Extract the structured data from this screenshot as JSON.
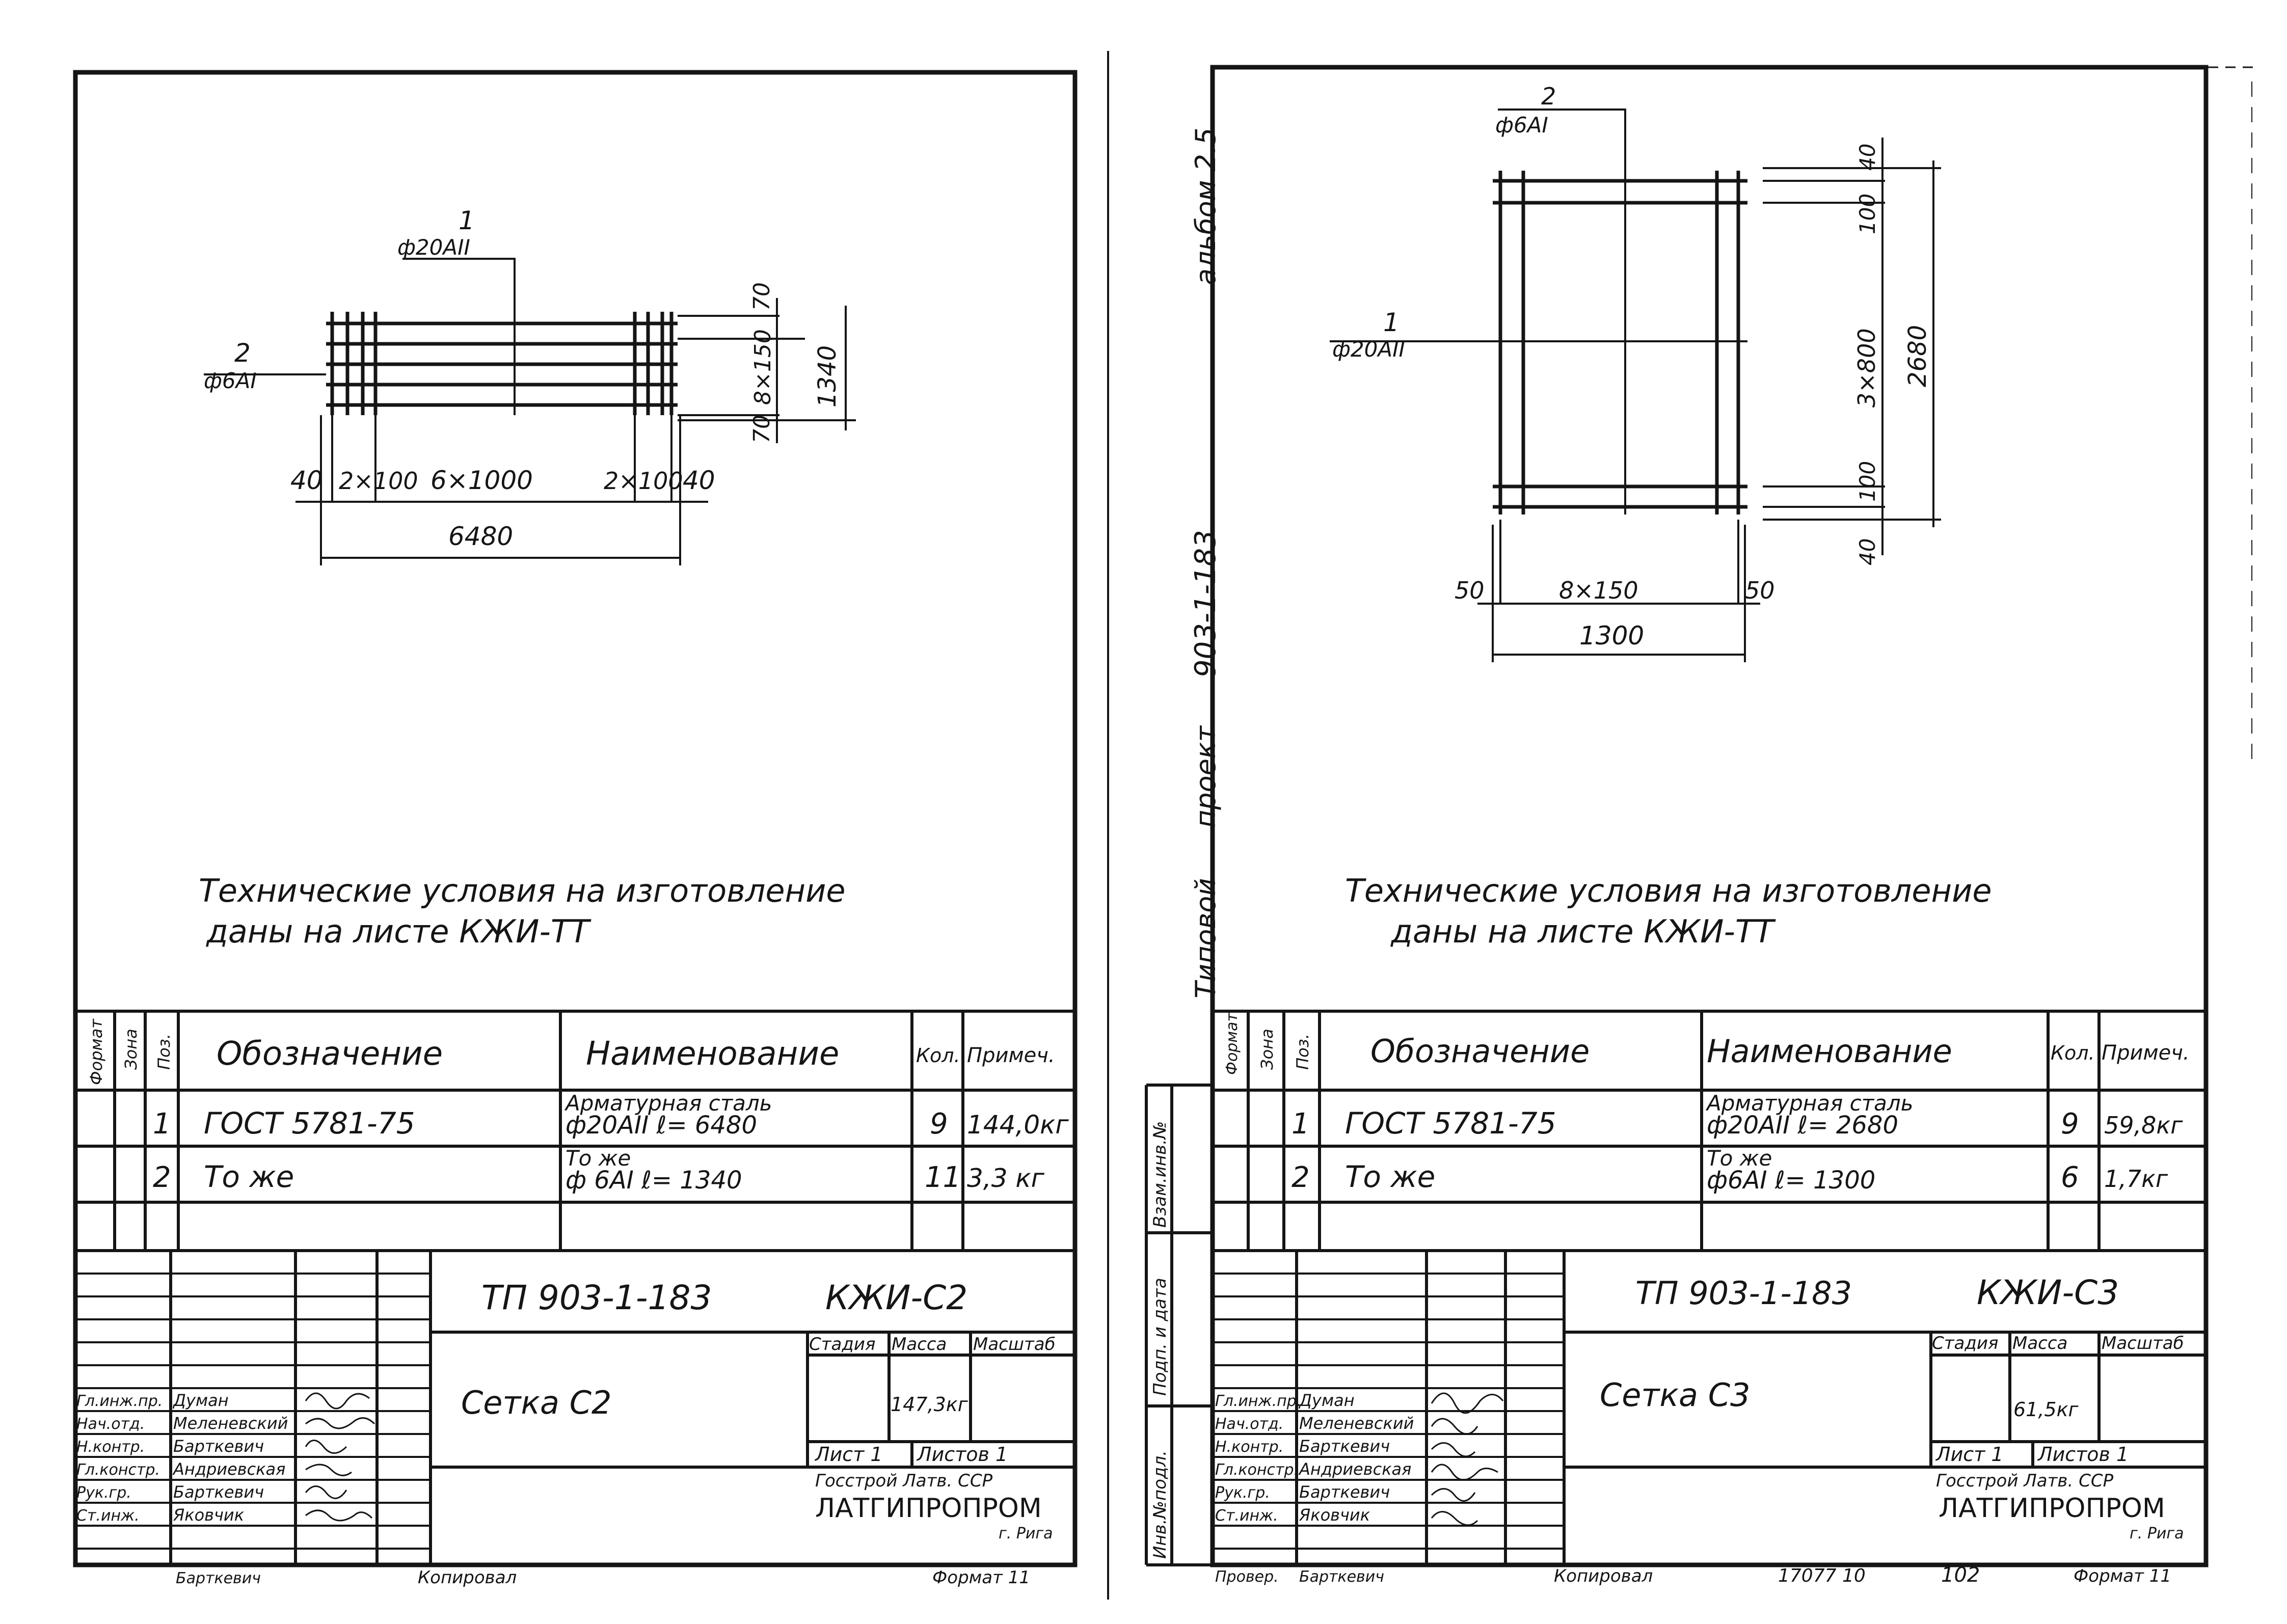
{
  "spine": {
    "album": "альбом 2.5",
    "project_code": "903-1-183",
    "project_label": "проект",
    "type_label": "Типовой",
    "side_a": "Взам.инв.№",
    "side_b": "Подп. и дата",
    "side_c": "Инв.№подл."
  },
  "sheets": [
    {
      "marks": {
        "p1": "1",
        "p1_spec": "ф20АII",
        "p2": "2",
        "p2_spec": "ф6АI",
        "d40l": "40",
        "d2x100l": "2×100",
        "d6x1000": "6×1000",
        "d2x100r": "2×100",
        "d40r": "40",
        "total": "6480",
        "v70t": "70",
        "v8x150": "8×150",
        "v70b": "70",
        "v1340": "1340"
      },
      "note_line1": "Технические условия на изготовление",
      "note_line2": "даны на листе КЖИ-ТТ",
      "spec": {
        "headers": {
          "format": "Формат",
          "zone": "Зона",
          "pos": "Поз.",
          "designation": "Обозначение",
          "name": "Наименование",
          "qty": "Кол.",
          "note": "Примеч."
        },
        "rows": [
          {
            "pos": "1",
            "designation": "ГОСТ 5781-75",
            "name1": "Арматурная сталь",
            "name2": "ф20АII   ℓ= 6480",
            "qty": "9",
            "note": "144,0кг"
          },
          {
            "pos": "2",
            "designation": "То     же",
            "name1": "То же",
            "name2": "ф 6АI    ℓ= 1340",
            "qty": "11",
            "note": "3,3 кг"
          }
        ]
      },
      "title_block": {
        "doc_code": "ТП   903-1-183",
        "sheet_code": "КЖИ-С2",
        "item_name": "Сетка   С2",
        "stage_label": "Стадия",
        "mass_label": "Масса",
        "scale_label": "Масштаб",
        "mass": "147,3кг",
        "sheet_label": "Лист 1",
        "sheets_label": "Листов 1",
        "org1": "Госстрой Латв. ССР",
        "org2": "ЛАТГИПРОПРОМ",
        "city": "г. Рига",
        "roles": [
          "Гл.инж.пр.",
          "Нач.отд.",
          "Н.контр.",
          "Гл.констр.",
          "Рук.гр.",
          "Ст.инж."
        ],
        "persons": [
          "Думан",
          "Меленевский",
          "Барткевич",
          "Андриевская",
          "Барткевич",
          "Яковчик"
        ],
        "bottom_role": "",
        "bottom_person": "Барткевич",
        "copied": "Копировал",
        "inv": "",
        "sheet_no": "",
        "format": "Формат 11"
      }
    },
    {
      "marks": {
        "p1": "1",
        "p1_spec": "ф20АII",
        "p2": "2",
        "p2_spec": "ф6АI",
        "v40t": "40",
        "v100t": "100",
        "v3x800": "3×800",
        "v100b": "100",
        "v40b": "40",
        "v2680": "2680",
        "h50l": "50",
        "h8x150": "8×150",
        "h50r": "50",
        "total": "1300"
      },
      "note_line1": "Технические условия на изготовление",
      "note_line2": "даны на листе КЖИ-ТТ",
      "spec": {
        "headers": {
          "format": "Формат",
          "zone": "Зона",
          "pos": "Поз.",
          "designation": "Обозначение",
          "name": "Наименование",
          "qty": "Кол.",
          "note": "Примеч."
        },
        "rows": [
          {
            "pos": "1",
            "designation": "ГОСТ 5781-75",
            "name1": "Арматурная сталь",
            "name2": "ф20АII  ℓ= 2680",
            "qty": "9",
            "note": "59,8кг"
          },
          {
            "pos": "2",
            "designation": "То     же",
            "name1": "То же",
            "name2": "ф6АI    ℓ= 1300",
            "qty": "6",
            "note": "1,7кг"
          }
        ]
      },
      "title_block": {
        "doc_code": "ТП   903-1-183",
        "sheet_code": "КЖИ-С3",
        "item_name": "Сетка   С3",
        "stage_label": "Стадия",
        "mass_label": "Масса",
        "scale_label": "Масштаб",
        "mass": "61,5кг",
        "sheet_label": "Лист 1",
        "sheets_label": "Листов 1",
        "org1": "Госстрой Латв. ССР",
        "org2": "ЛАТГИПРОПРОМ",
        "city": "г. Рига",
        "roles": [
          "Гл.инж.пр.",
          "Нач.отд.",
          "Н.контр.",
          "Гл.констр.",
          "Рук.гр.",
          "Ст.инж."
        ],
        "persons": [
          "Думан",
          "Меленевский",
          "Барткевич",
          "Андриевская",
          "Барткевич",
          "Яковчик"
        ],
        "bottom_role": "Провер.",
        "bottom_person": "Барткевич",
        "copied": "Копировал",
        "inv": "17077 10",
        "sheet_no": "102",
        "format": "Формат 11"
      }
    }
  ]
}
